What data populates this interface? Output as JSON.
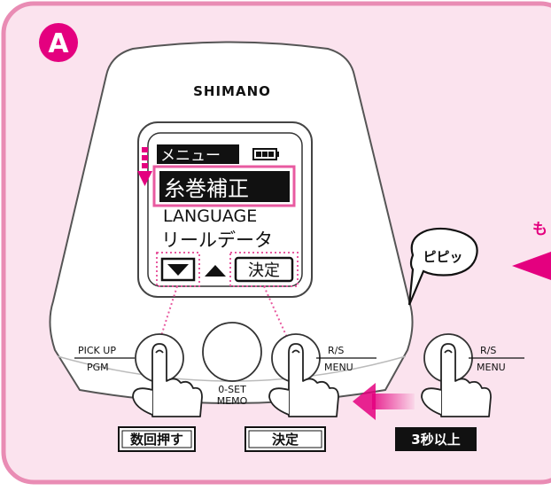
{
  "panel_marker": "A",
  "brand": "SHIMANO",
  "screen": {
    "menu_title": "メニュー",
    "selected_item": "糸巻補正",
    "items": [
      "LANGUAGE",
      "リールデータ"
    ],
    "enter_label": "決定"
  },
  "buttons": {
    "pick_up": "PICK UP",
    "pgm": "PGM",
    "o_set": "0-SET",
    "memo": "MEMO",
    "rs": "R/S",
    "menu": "MENU",
    "rs_2": "R/S",
    "menu_2": "MENU"
  },
  "captions": {
    "press_repeatedly": "数回押す",
    "confirm": "決定",
    "hold_3s": "3秒以上"
  },
  "beep": "ピピッ",
  "edge_text": "も",
  "colors": {
    "pink": "#e4007f",
    "panel_bg": "#fbe3ee",
    "panel_border": "#e98cb4",
    "dotted": "#e85aa0"
  }
}
